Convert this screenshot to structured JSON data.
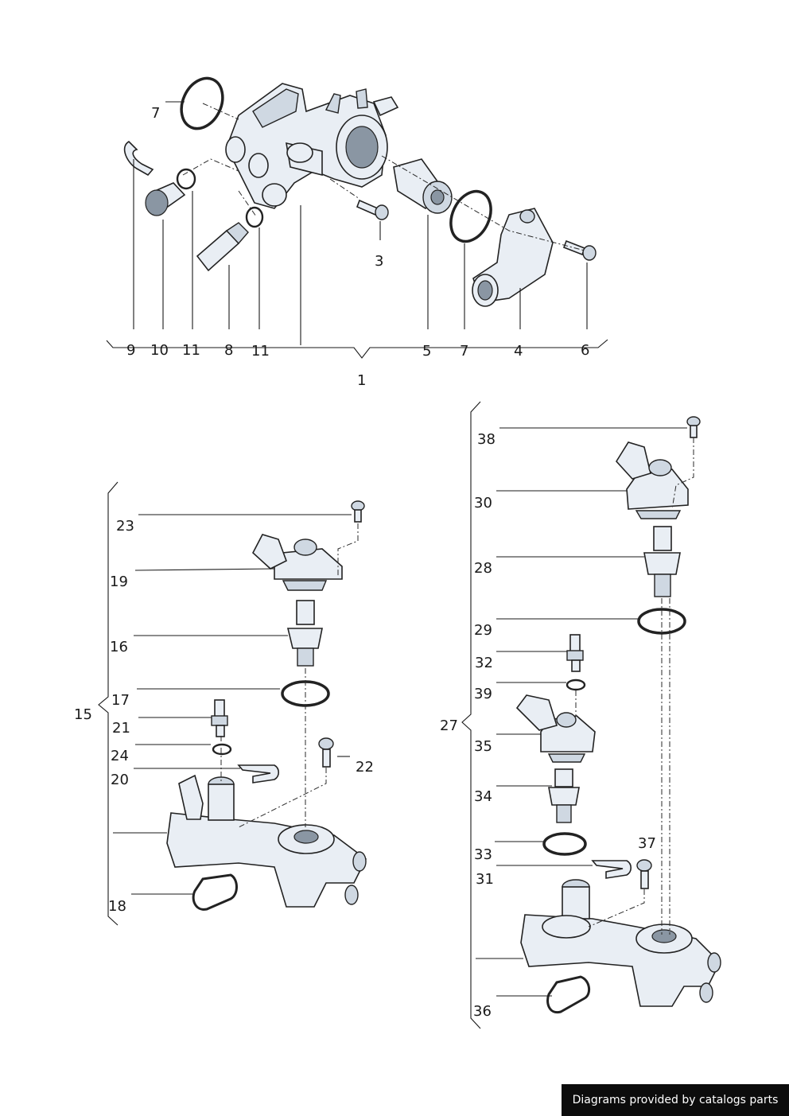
{
  "labels": {
    "l1": "1",
    "l3": "3",
    "l4": "4",
    "l5": "5",
    "l6": "6",
    "l7a": "7",
    "l7b": "7",
    "l8": "8",
    "l9": "9",
    "l10": "10",
    "l11a": "11",
    "l11b": "11",
    "l15": "15",
    "l16": "16",
    "l17": "17",
    "l18": "18",
    "l19": "19",
    "l20": "20",
    "l21": "21",
    "l22": "22",
    "l23": "23",
    "l24": "24",
    "l27": "27",
    "l28": "28",
    "l29": "29",
    "l30": "30",
    "l31": "31",
    "l32": "32",
    "l33": "33",
    "l34": "34",
    "l35": "35",
    "l36": "36",
    "l37": "37",
    "l38": "38",
    "l39": "39"
  },
  "footer": {
    "text": "Diagrams provided by catalogs parts"
  }
}
